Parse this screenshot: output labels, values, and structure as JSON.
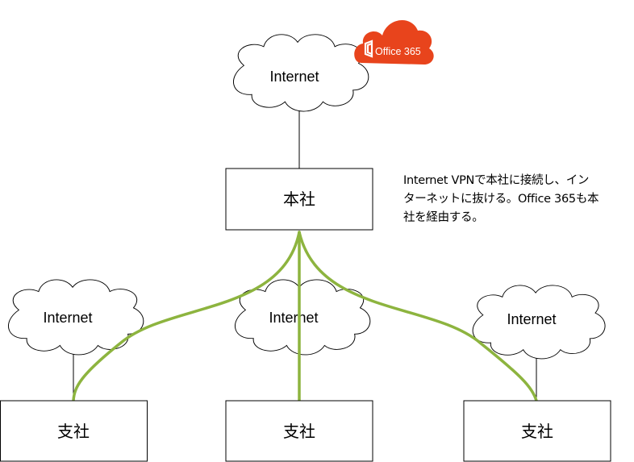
{
  "colors": {
    "vpn_line": "#8db43f",
    "office_badge": "#e8441c"
  },
  "office_badge": {
    "label": "Office 365",
    "icon": "office-logo-icon"
  },
  "clouds": {
    "top": "Internet",
    "left": "Internet",
    "center": "Internet",
    "right": "Internet"
  },
  "boxes": {
    "headquarters": "本社",
    "branch_left": "支社",
    "branch_center": "支社",
    "branch_right": "支社"
  },
  "annotation": {
    "lines": [
      "Internet VPNで本社に接続し、イン",
      "ターネットに抜ける。Office 365も本",
      "社を経由する。"
    ]
  }
}
